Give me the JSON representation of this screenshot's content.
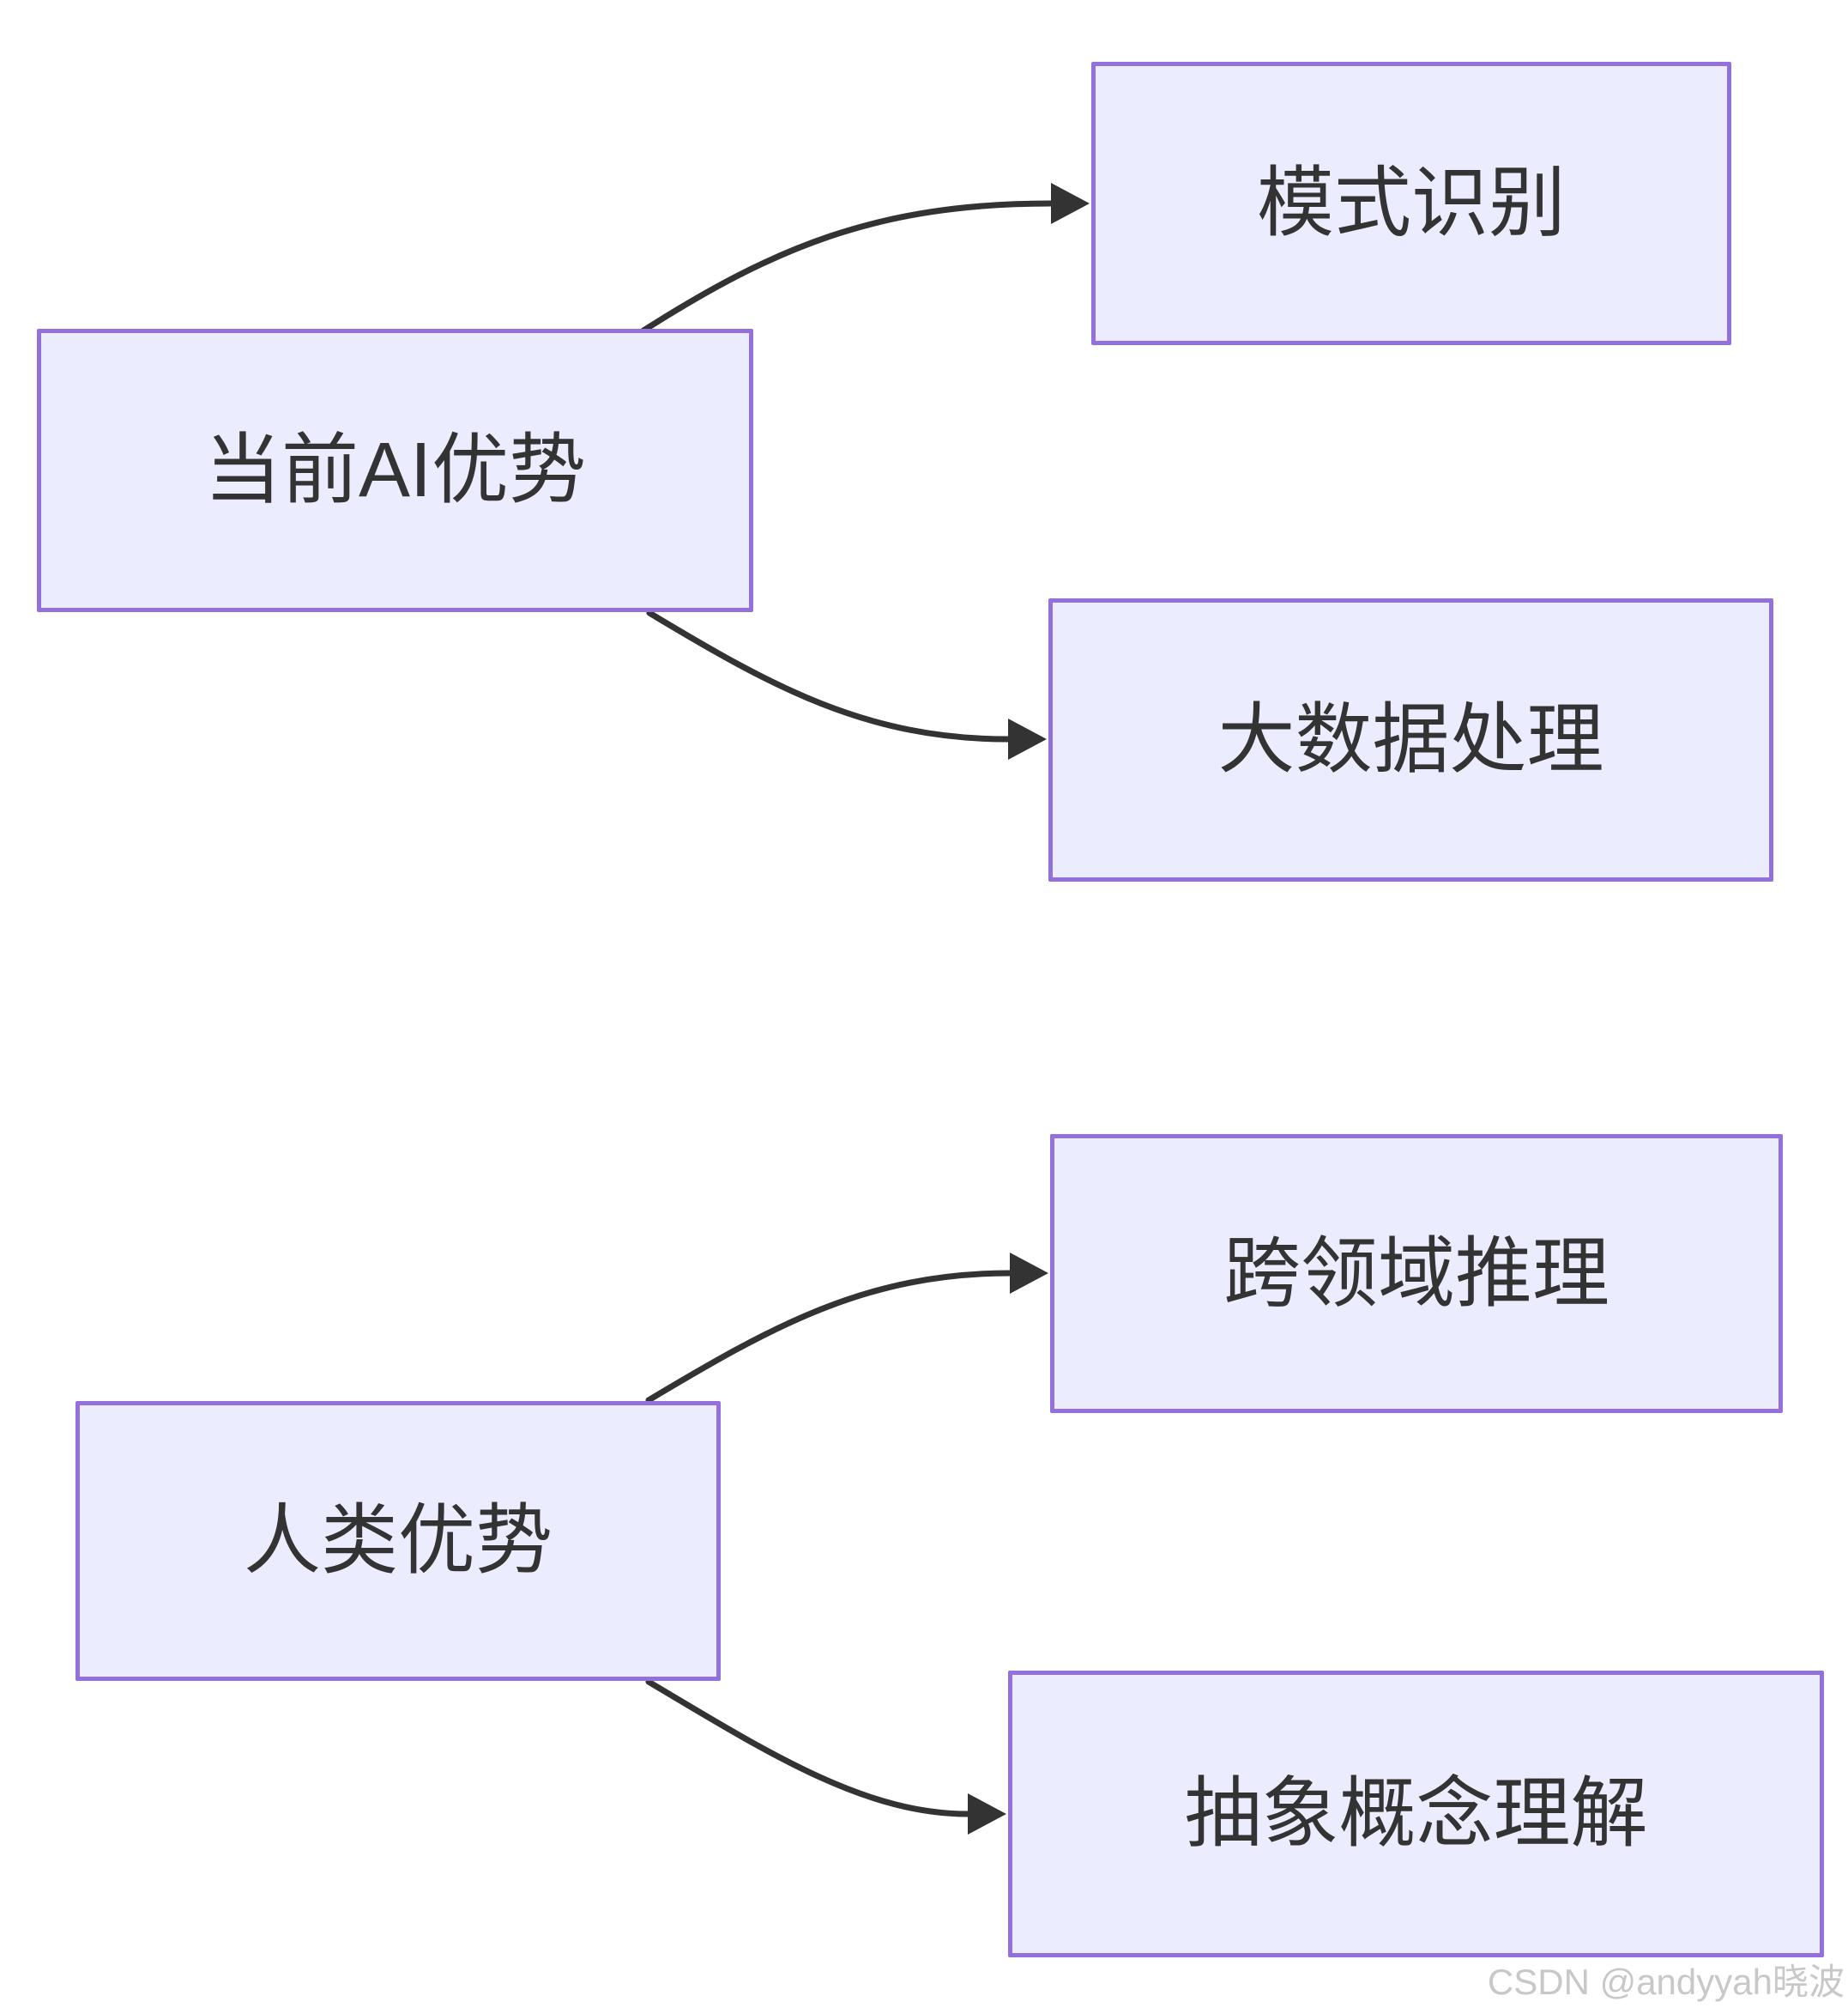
{
  "diagram": {
    "type": "flowchart",
    "direction": "left-to-right",
    "nodes": [
      {
        "id": "ai",
        "label": "当前AI优势"
      },
      {
        "id": "pattern",
        "label": "模式识别"
      },
      {
        "id": "bigdata",
        "label": "大数据处理"
      },
      {
        "id": "human",
        "label": "人类优势"
      },
      {
        "id": "cross",
        "label": "跨领域推理"
      },
      {
        "id": "abstract",
        "label": "抽象概念理解"
      }
    ],
    "edges": [
      {
        "from": "当前AI优势",
        "to": "模式识别"
      },
      {
        "from": "当前AI优势",
        "to": "大数据处理"
      },
      {
        "from": "人类优势",
        "to": "跨领域推理"
      },
      {
        "from": "人类优势",
        "to": "抽象概念理解"
      }
    ],
    "colors": {
      "node_fill": "#ECECFF",
      "node_border": "#9370DB",
      "edge": "#333333",
      "label_text": "#333333",
      "watermark_text": "#C8C8C8"
    }
  },
  "watermark": {
    "text": "CSDN @andyyah晓波"
  }
}
